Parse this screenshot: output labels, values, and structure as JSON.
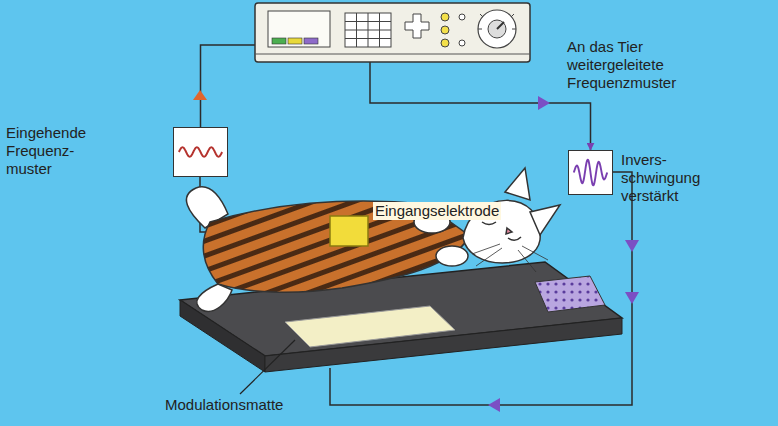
{
  "diagram": {
    "nodes": [
      {
        "text": [
          "Eingehende Frequenz- muster"
        ]
      },
      {
        "text": [
          "Invers- schwingung verstärkt"
        ]
      }
    ],
    "edges": [
      {
        "from": 0,
        "to": 1,
        "arrow": "to",
        "label": "An das Tier weitergeleitete Frequenzmuster"
      }
    ],
    "labels": [
      "Eingangselektrode",
      "Modulationsmatte"
    ]
  }
}
